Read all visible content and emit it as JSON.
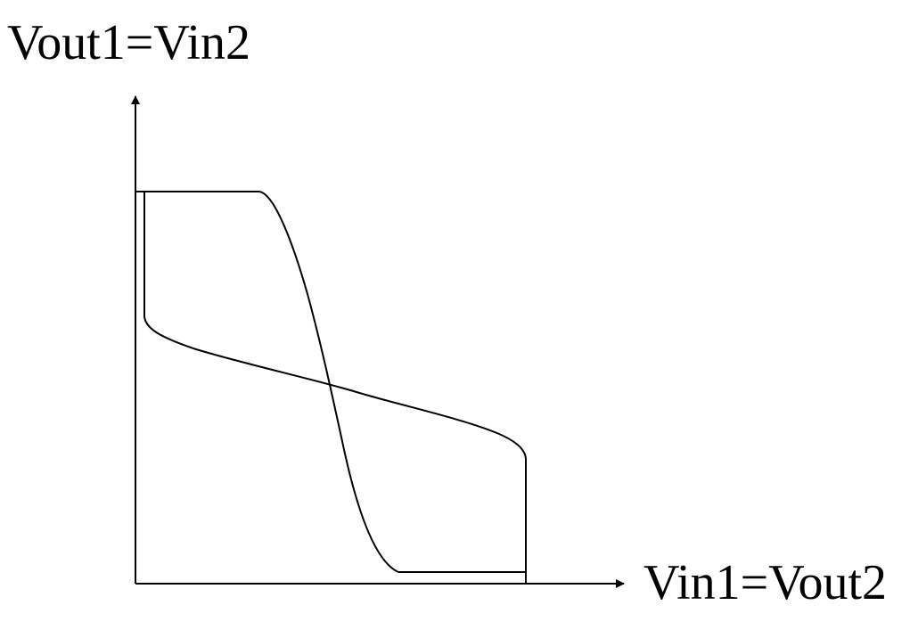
{
  "diagram": {
    "type": "voltage-transfer-characteristic",
    "y_axis_label": "Vout1=Vin2",
    "x_axis_label": "Vin1=Vout2",
    "curves": [
      {
        "id": "inverter-1-vtc",
        "color": "#000000"
      },
      {
        "id": "inverter-2-vtc",
        "color": "#000000"
      }
    ],
    "stroke_color": "#000000",
    "background": "#ffffff"
  }
}
